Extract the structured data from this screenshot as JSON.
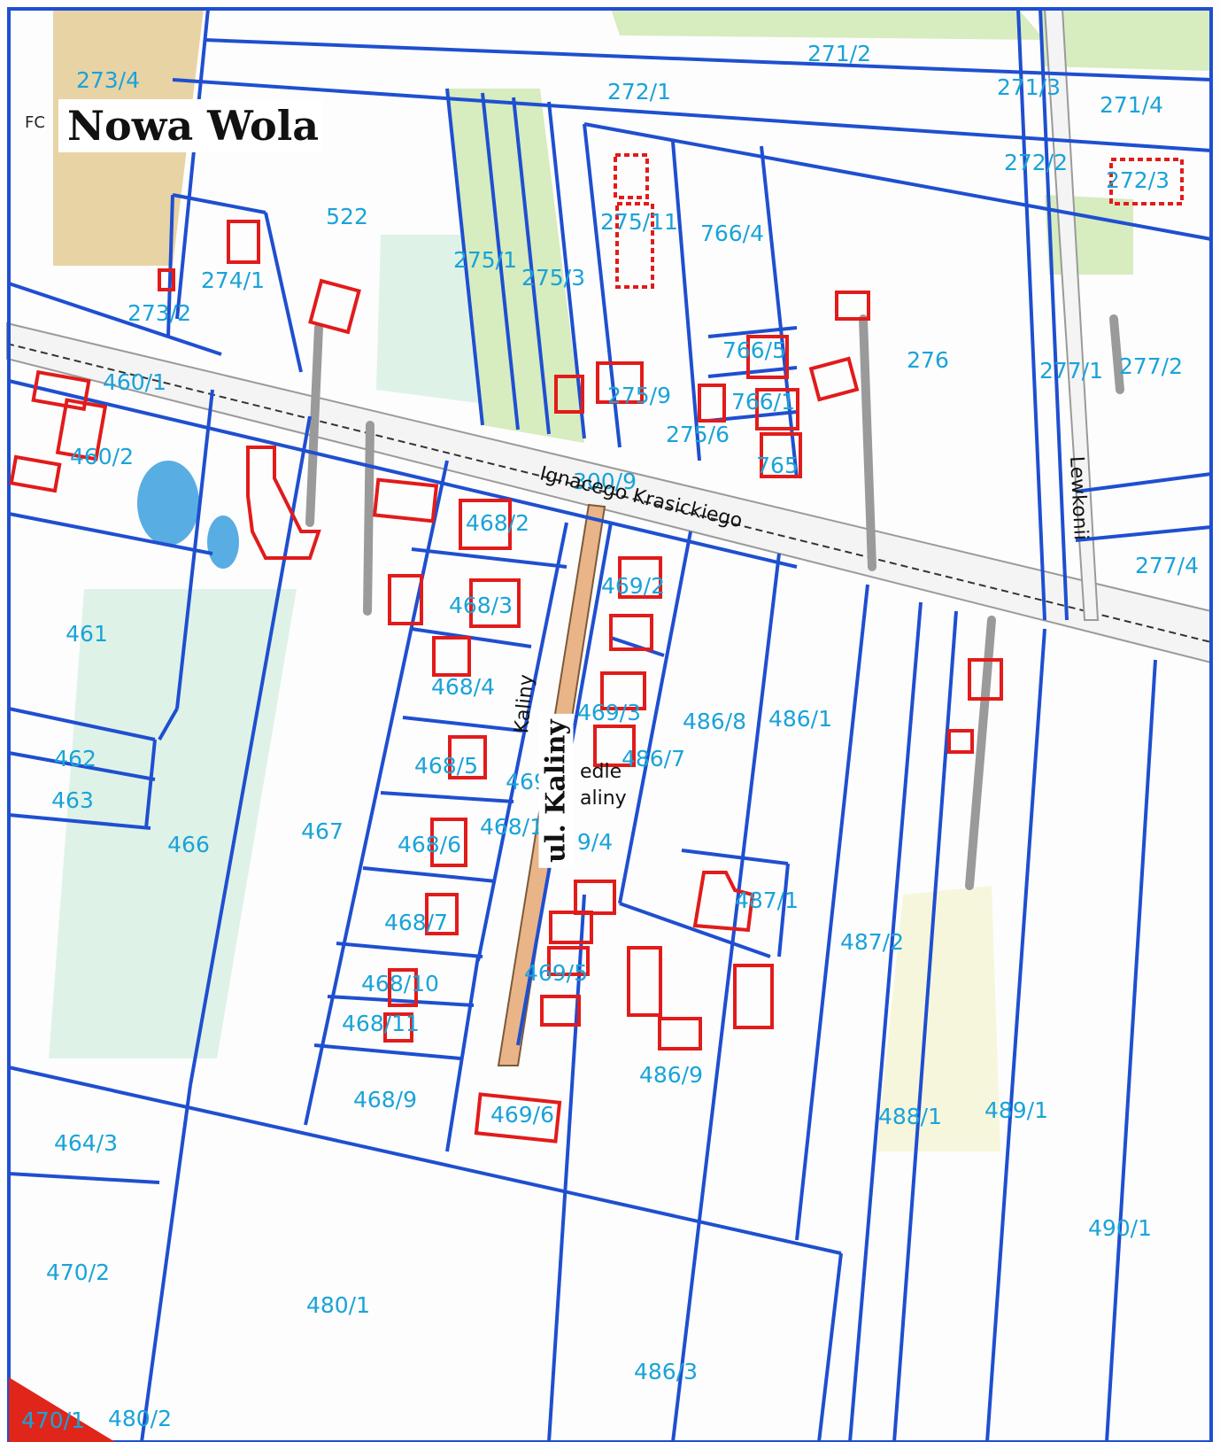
{
  "map": {
    "title": "Nowa Wola",
    "corner_tag": "FC",
    "highlight_street": "ul. Kaliny",
    "colors": {
      "parcel_border": "#1f4fd0",
      "parcel_label": "#1aa3d9",
      "building": "#e21b1b",
      "road_fill": "#f4f4f4",
      "road_edge": "#9a9a9a",
      "field_green": "#d7ecbf",
      "field_tan": "#e8d3a5",
      "grass_light": "#dff2e8",
      "water": "#58aee3",
      "highlight_road": "#e9b487"
    },
    "streets": [
      {
        "id": "krasickiego",
        "label": "Ignacego Krasickiego"
      },
      {
        "id": "lewkonii",
        "label": "Lewkonii"
      },
      {
        "id": "kaliny-partial",
        "label": "Kaliny"
      },
      {
        "id": "osiedle-partial",
        "label": "edle"
      },
      {
        "id": "osiedle-partial-2",
        "label": "aliny"
      }
    ],
    "parcels": [
      "273/4",
      "271/2",
      "272/1",
      "271/3",
      "271/4",
      "272/2",
      "272/3",
      "522",
      "275/11",
      "766/4",
      "275/1",
      "275/3",
      "274/1",
      "273/2",
      "766/5",
      "276",
      "277/1",
      "277/2",
      "460/1",
      "275/9",
      "766/1",
      "275/6",
      "765",
      "460/2",
      "300/9",
      "468/2",
      "277/4",
      "469/2",
      "468/3",
      "461",
      "468/4",
      "469/3",
      "486/8",
      "486/1",
      "462",
      "468/5",
      "486/7",
      "469",
      "463",
      "466",
      "467",
      "468/6",
      "468/1",
      "9/4",
      "487/1",
      "468/7",
      "487/2",
      "468/10",
      "469/5",
      "468/11",
      "486/9",
      "468/9",
      "469/6",
      "488/1",
      "489/1",
      "464/3",
      "490/1",
      "470/2",
      "480/1",
      "486/3",
      "470/1",
      "480/2"
    ]
  }
}
